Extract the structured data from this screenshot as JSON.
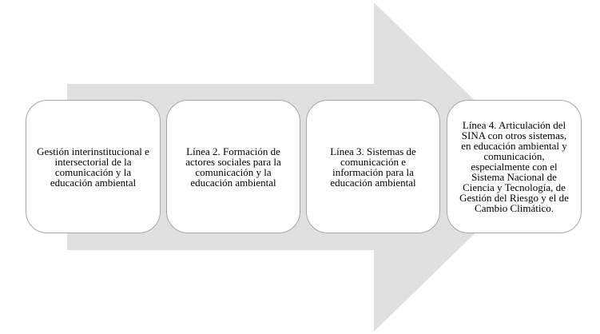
{
  "diagram": {
    "arrow_color": "#e0e0e0",
    "card_border_color": "#a6a6a6",
    "cards": [
      {
        "text": "Gestión interinstitucional e intersectorial de la comunicación y la educación ambiental"
      },
      {
        "text": "Línea 2. Formación de actores sociales para la comunicación y la educación ambiental"
      },
      {
        "text": "Línea 3. Sistemas de comunicación e información para la educación ambiental"
      },
      {
        "text": "Línea 4. Articulación del SINA con otros sistemas, en educación ambiental y comunicación, especialmente con el Sistema Nacional de Ciencia y Tecnología, de Gestión del Riesgo y el de Cambio Climático."
      }
    ]
  }
}
